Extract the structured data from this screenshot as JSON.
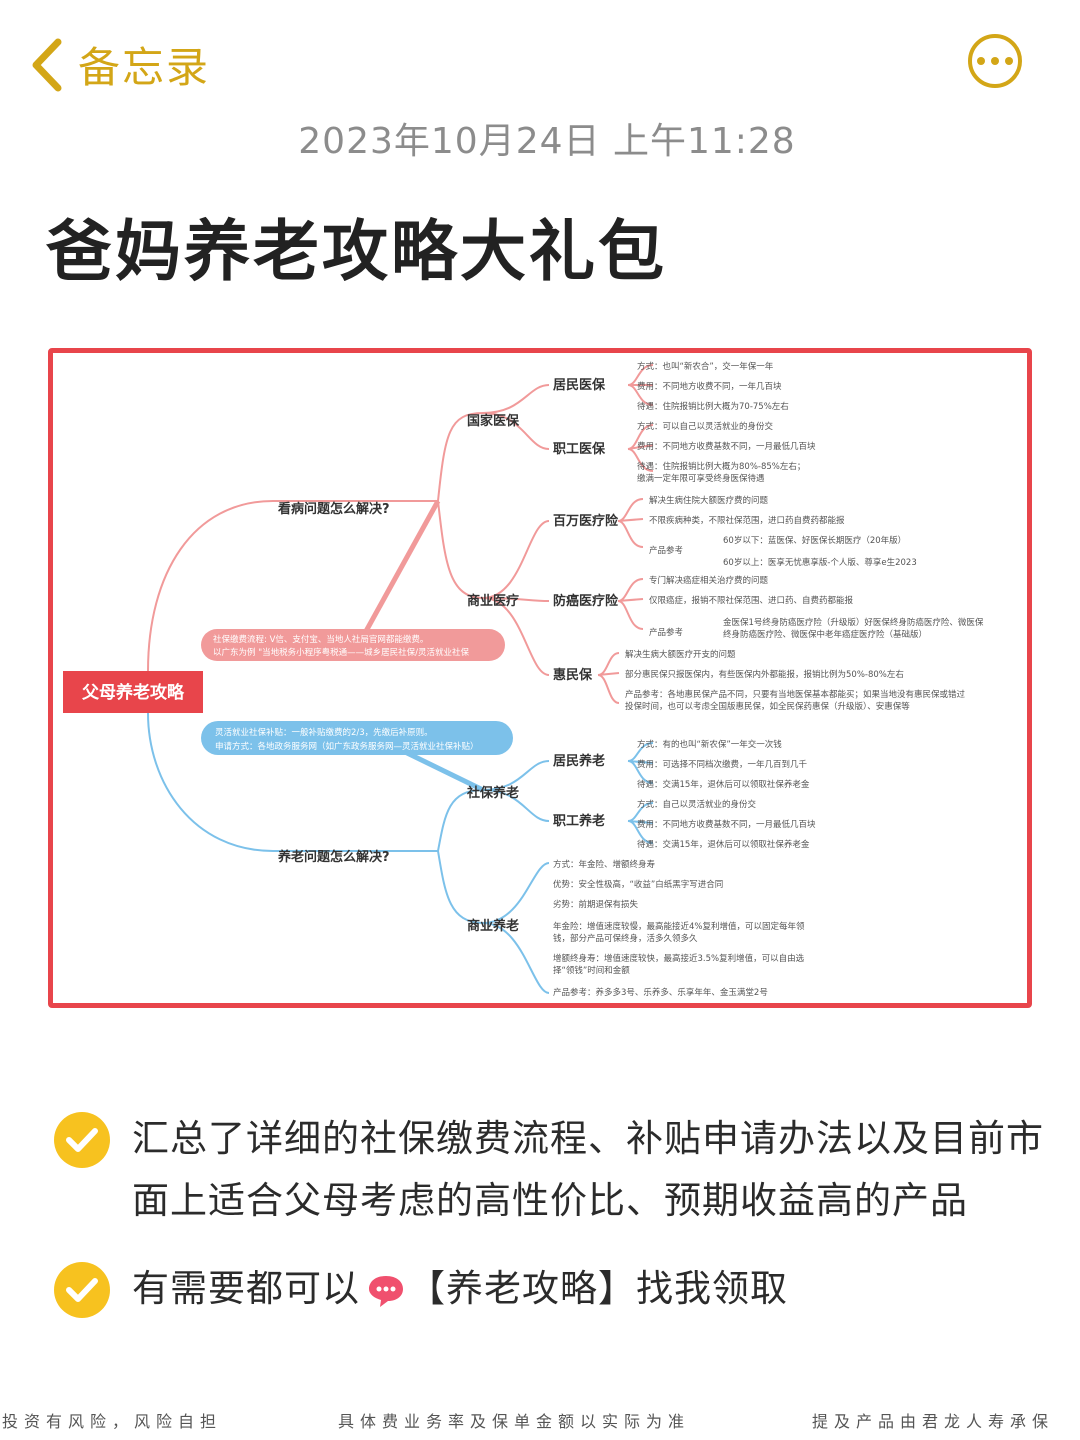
{
  "header": {
    "back_label": "备忘录"
  },
  "note": {
    "date": "2023年10月24日 上午11:28",
    "title": "爸妈养老攻略大礼包"
  },
  "mindmap": {
    "root": "父母养老攻略",
    "q1": "看病问题怎么解决?",
    "q2": "养老问题怎么解决?",
    "pink_note": [
      "社保缴费流程: V信、支付宝、当地人社局官网都能缴费。",
      "以广东为例 \"当地税务小程序粤税通——城乡居民社保/灵活就业社保"
    ],
    "blue_note": [
      "灵活就业社保补贴：一般补贴缴费的2/3，先缴后补原则。",
      "申请方式：各地政务服务网（如广东政务服务网—灵活就业社保补贴）"
    ],
    "national": "国家医保",
    "resident_med": "居民医保",
    "resident_med_items": [
      "方式：也叫“新农合”，交一年保一年",
      "费用：不同地方收费不同，一年几百块",
      "待遇：住院报销比例大概为70-75%左右"
    ],
    "employee_med": "职工医保",
    "employee_med_items": [
      "方式：可以自己以灵活就业的身份交",
      "费用：不同地方收费基数不同，一月最低几百块",
      "待遇：住院报销比例大概为80%-85%左右；",
      "缴满一定年限可享受终身医保待遇"
    ],
    "commercial_med": "商业医疗",
    "million": "百万医疗险",
    "million_items": [
      "解决生病住院大额医疗费的问题",
      "不限疾病种类，不限社保范围，进口药自费药都能报",
      "产品参考",
      "60岁以下：蓝医保、好医保长期医疗（20年版）",
      "60岁以上：医享无忧惠享版-个人版、尊享e生2023"
    ],
    "cancer": "防癌医疗险",
    "cancer_items": [
      "专门解决癌症相关治疗费的问题",
      "仅限癌症，报销不限社保范围、进口药、自费药都能报",
      "产品参考",
      "金医保1号终身防癌医疗险（升级版）好医保终身防癌医疗险、微医保",
      "终身防癌医疗险、微医保中老年癌症医疗险（基础版）"
    ],
    "huimin": "惠民保",
    "huimin_items": [
      "解决生病大额医疗开支的问题",
      "部分惠民保只报医保内，有些医保内外都能报，报销比例为50%-80%左右",
      "产品参考：各地惠民保产品不同，只要有当地医保基本都能买；如果当地没有惠民保或错过",
      "投保时间，也可以考虑全国版惠民保，如全民保药惠保（升级版）、安惠保等"
    ],
    "social_pension": "社保养老",
    "resident_pension": "居民养老",
    "resident_pension_items": [
      "方式：有的也叫“新农保”一年交一次钱",
      "费用：可选择不同档次缴费，一年几百到几千",
      "待遇：交满15年，退休后可以领取社保养老金"
    ],
    "employee_pension": "职工养老",
    "employee_pension_items": [
      "方式：自己以灵活就业的身份交",
      "费用：不同地方收费基数不同，一月最低几百块",
      "待遇：交满15年，退休后可以领取社保养老金"
    ],
    "commercial_pension": "商业养老",
    "commercial_pension_items": [
      "方式：年金险、增额终身寿",
      "优势：安全性极高，“收益”白纸黑字写进合同",
      "劣势：前期退保有损失",
      "年金险：增值速度较慢，最高能接近4%复利增值，可以固定每年领",
      "钱，部分产品可保终身，活多久领多久",
      "增额终身寿：增值速度较快，最高接近3.5%复利增值，可以自由选",
      "择“领钱”时间和金额",
      "产品参考：养多多3号、乐养多、乐享年年、金玉满堂2号"
    ]
  },
  "bullets": {
    "b1": "汇总了详细的社保缴费流程、补贴申请办法以及目前市面上适合父母考虑的高性价比、预期收益高的产品",
    "b2_pre": "有需要都可以",
    "b2_post": "【养老攻略】找我领取"
  },
  "footer": {
    "f1": "投资有风险，风险自担",
    "f2": "具体费业务率及保单金额以实际为准",
    "f3": "提及产品由君龙人寿承保"
  },
  "colors": {
    "accent": "#d3a617",
    "check": "#f7c21f",
    "border": "#e8454b",
    "pink": "#f19a9a",
    "blue": "#7cc1ea",
    "root": "#e8454b"
  },
  "icons": {
    "back": "chevron-left-icon",
    "more": "more-dots-icon",
    "check": "check-circle-icon",
    "bubble": "speech-bubble-icon"
  }
}
